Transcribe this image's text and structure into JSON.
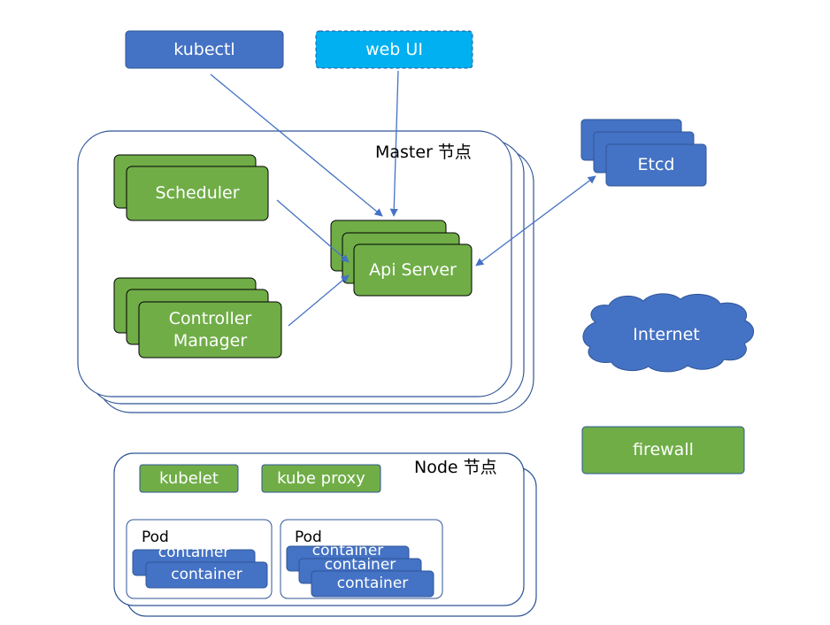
{
  "colors": {
    "blue_box": "#4472c4",
    "light_blue": "#00b0f0",
    "green_box": "#70ad47",
    "outline_blue": "#2f5597",
    "arrow": "#4472c4"
  },
  "top": {
    "kubectl": "kubectl",
    "web_ui": "web UI"
  },
  "master": {
    "title": "Master 节点",
    "scheduler": "Scheduler",
    "controller_manager": "Controller Manager",
    "api_server": "Api Server"
  },
  "etcd": "Etcd",
  "internet": "Internet",
  "firewall": "firewall",
  "node": {
    "title": "Node 节点",
    "kubelet": "kubelet",
    "kube_proxy": "kube proxy",
    "pods": [
      {
        "label": "Pod",
        "container_back": "container",
        "container_front": "container"
      },
      {
        "label": "Pod",
        "container_back": "container",
        "container_mid": "container",
        "container_front": "container"
      }
    ]
  }
}
